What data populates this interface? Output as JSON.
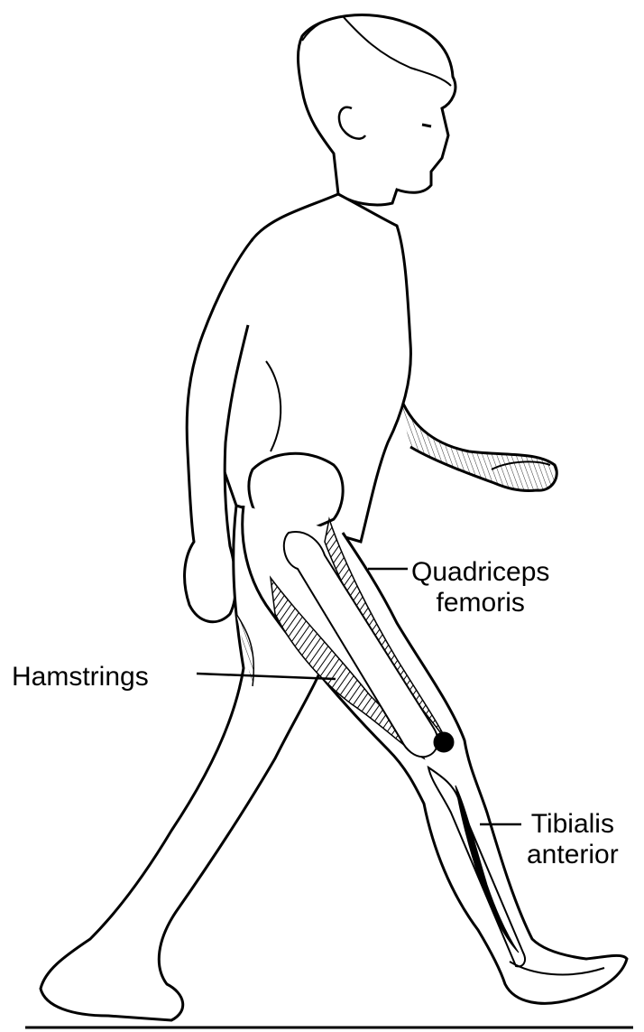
{
  "labels": {
    "quadriceps": {
      "line1": "Quadriceps",
      "line2": "femoris"
    },
    "hamstrings": {
      "text": "Hamstrings"
    },
    "tibialis": {
      "line1": "Tibialis",
      "line2": "anterior"
    }
  },
  "colors": {
    "ink": "#000000",
    "paper": "#ffffff",
    "muscle": "#1a1a1a"
  }
}
